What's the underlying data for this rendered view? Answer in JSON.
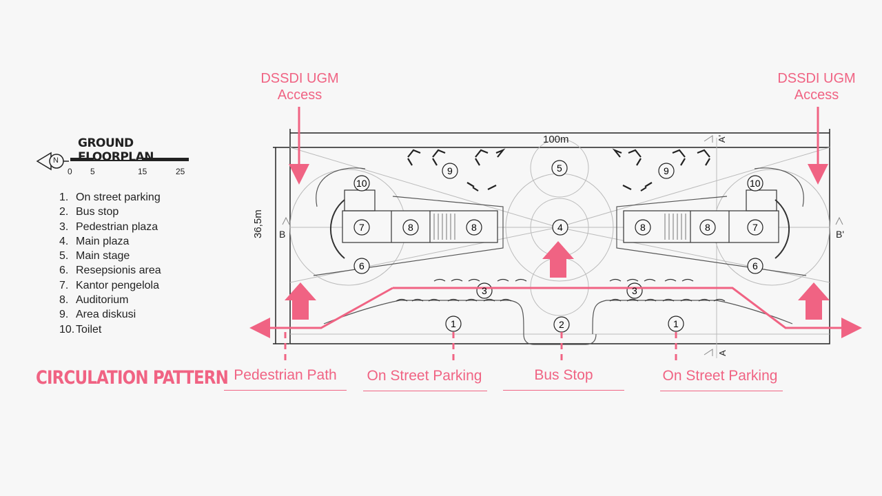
{
  "legend": {
    "title": "GROUND FLOORPLAN",
    "north": "N",
    "scale_ticks": [
      "0",
      "5",
      "15",
      "25"
    ],
    "items": [
      {
        "num": "1.",
        "label": "On street parking"
      },
      {
        "num": "2.",
        "label": "Bus stop"
      },
      {
        "num": "3.",
        "label": "Pedestrian plaza"
      },
      {
        "num": "4.",
        "label": "Main plaza"
      },
      {
        "num": "5.",
        "label": "Main stage"
      },
      {
        "num": "6.",
        "label": "Resepsionis area"
      },
      {
        "num": "7.",
        "label": "Kantor pengelola"
      },
      {
        "num": "8.",
        "label": "Auditorium"
      },
      {
        "num": "9.",
        "label": "Area diskusi"
      },
      {
        "num": "10.",
        "label": "Toilet"
      }
    ]
  },
  "section_title": "CIRCULATION PATTERN",
  "access": {
    "left": {
      "line1": "DSSDI UGM",
      "line2": "Access"
    },
    "right": {
      "line1": "DSSDI UGM",
      "line2": "Access"
    }
  },
  "dimensions": {
    "width": "100m",
    "height": "36,5m"
  },
  "section_markers": {
    "a_top": "A'",
    "a_bottom": "A",
    "b_left": "B",
    "b_right": "B'"
  },
  "bottom_labels": {
    "pedestrian": "Pedestrian Path",
    "parking_left": "On Street Parking",
    "bus_stop": "Bus Stop",
    "parking_right": "On Street Parking"
  },
  "zone_numbers": [
    "1",
    "2",
    "3",
    "4",
    "5",
    "6",
    "7",
    "8",
    "9",
    "10"
  ],
  "colors": {
    "accent": "#f06383",
    "line": "#222222",
    "background": "#f7f7f7"
  }
}
